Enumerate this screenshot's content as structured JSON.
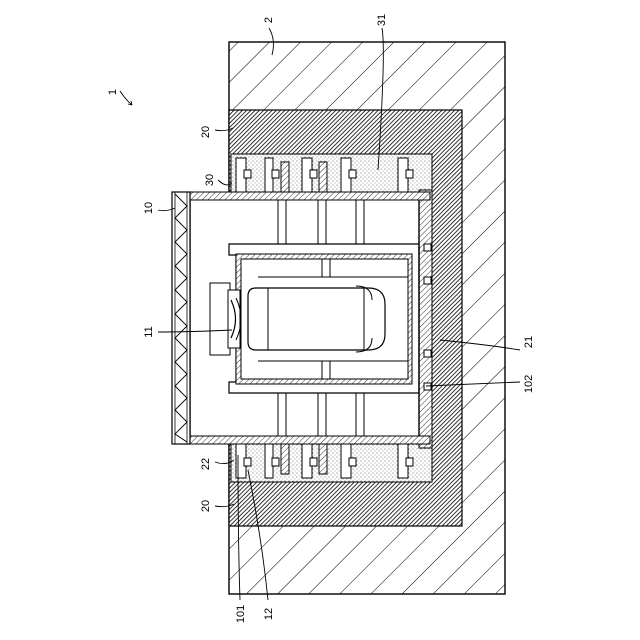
{
  "figure": {
    "labels": {
      "r1": "1",
      "r2": "2",
      "r31": "31",
      "r20_top": "20",
      "r30": "30",
      "r10": "10",
      "r11": "11",
      "r21": "21",
      "r102": "102",
      "r22": "22",
      "r20_bottom": "20",
      "r101": "101",
      "r12": "12"
    }
  }
}
